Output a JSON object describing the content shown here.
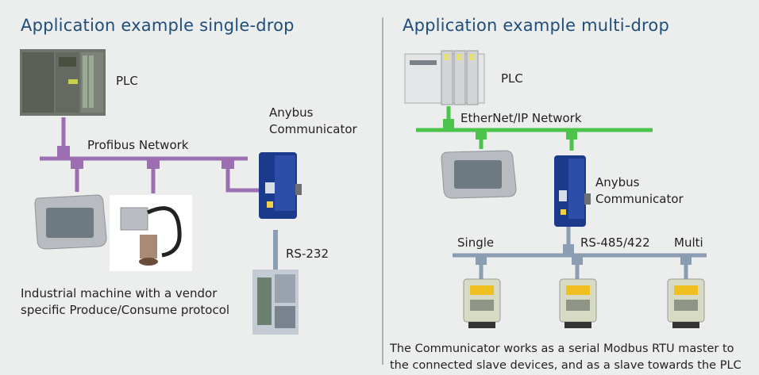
{
  "left": {
    "title": "Application example single-drop",
    "plc_label": "PLC",
    "network_label": "Profibus Network",
    "communicator_label_line1": "Anybus",
    "communicator_label_line2": "Communicator",
    "serial_label": "RS-232",
    "caption_line1": "Industrial machine with a vendor",
    "caption_line2": "specific Produce/Consume protocol"
  },
  "right": {
    "title": "Application example multi-drop",
    "plc_label": "PLC",
    "network_label": "EtherNet/IP Network",
    "communicator_label_line1": "Anybus",
    "communicator_label_line2": "Communicator",
    "bus_label_single": "Single",
    "bus_label_mid": "RS-485/422",
    "bus_label_multi": "Multi",
    "caption_line1": "The Communicator works as a serial Modbus RTU master to",
    "caption_line2": "the connected slave devices, and as a slave towards the PLC"
  },
  "colors": {
    "title": "#1f4e7a",
    "profibus_line": "#9b6fb0",
    "ethernet_line": "#4cc34a",
    "serial_line": "#8a9db3",
    "background": "#eceded"
  }
}
